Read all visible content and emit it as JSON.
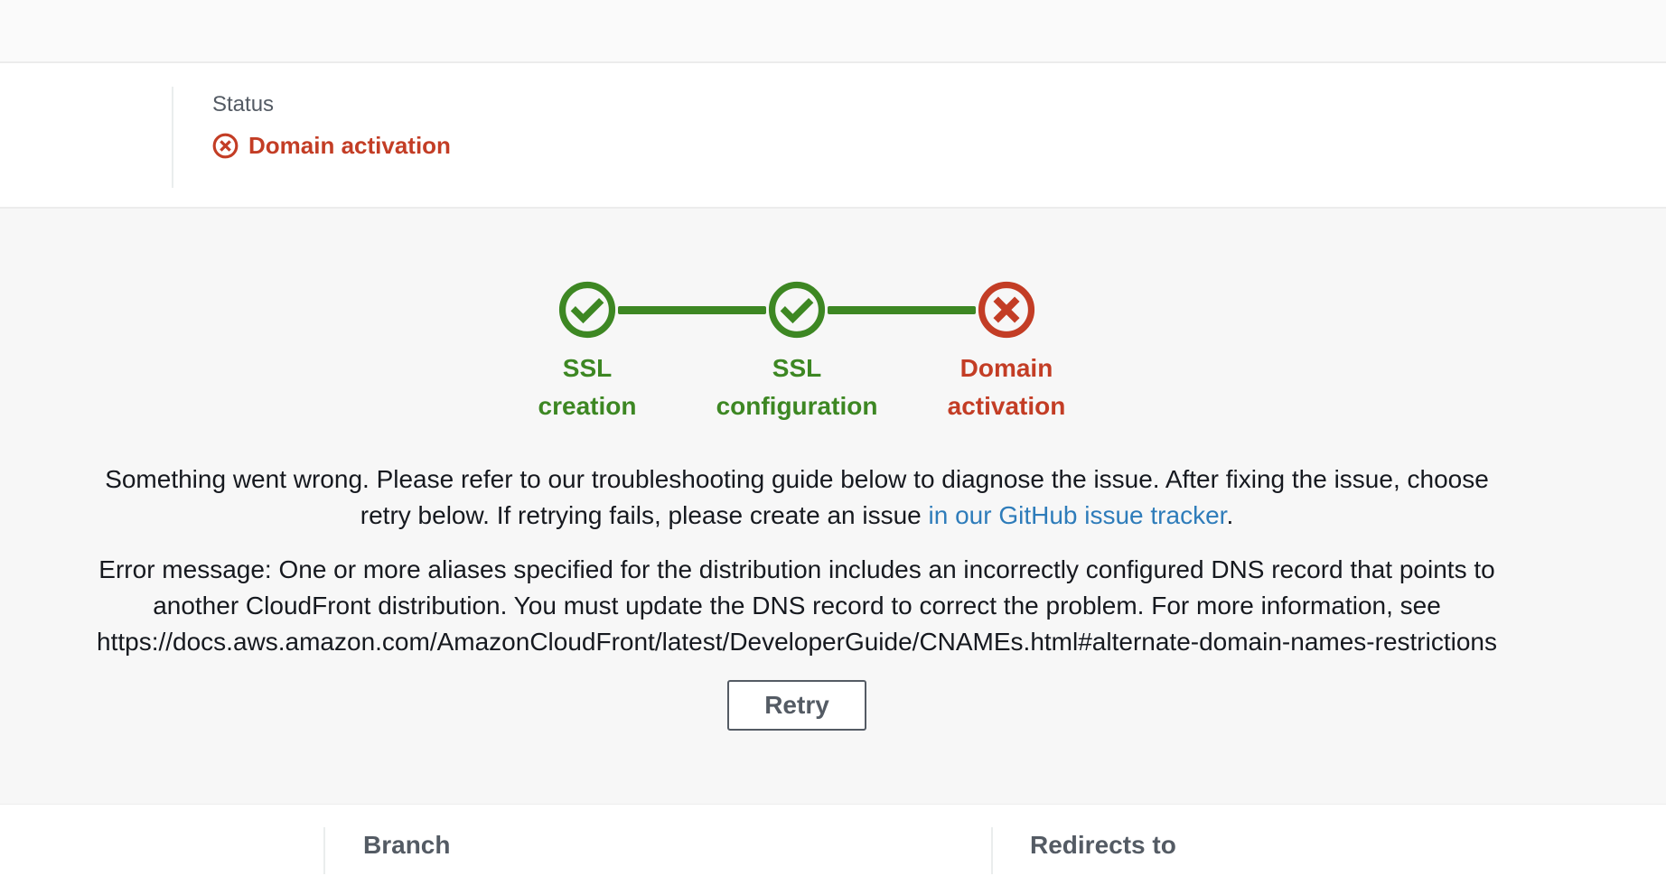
{
  "status_panel": {
    "label": "Status",
    "value": "Domain activation",
    "icon": "error-x-circle"
  },
  "stepper": {
    "steps": [
      {
        "name": "ssl-creation",
        "line1": "SSL",
        "line2": "creation",
        "state": "complete",
        "icon": "check-circle"
      },
      {
        "name": "ssl-configuration",
        "line1": "SSL",
        "line2": "configuration",
        "state": "complete",
        "icon": "check-circle"
      },
      {
        "name": "domain-activation",
        "line1": "Domain",
        "line2": "activation",
        "state": "error",
        "icon": "x-circle"
      }
    ]
  },
  "messages": {
    "intro_text": "Something went wrong. Please refer to our troubleshooting guide below to diagnose the issue. After fixing the issue, choose retry below. If retrying fails, please create an issue ",
    "intro_link": "in our GitHub issue tracker",
    "intro_suffix": ".",
    "error_text": "Error message: One or more aliases specified for the distribution includes an incorrectly configured DNS record that points to another CloudFront distribution. You must update the DNS record to correct the problem. For more information, see https://docs.aws.amazon.com/AmazonCloudFront/latest/DeveloperGuide/CNAMEs.html#alternate-domain-names-restrictions"
  },
  "actions": {
    "retry": "Retry"
  },
  "table": {
    "columns": [
      "Branch",
      "Redirects to"
    ]
  },
  "colors": {
    "success_green": "#3d8723",
    "error_red": "#c33d25",
    "link_blue": "#2e7cba",
    "text_dark": "#16191f",
    "text_gray": "#545b64",
    "card_bg": "#f7f7f7",
    "divider": "#eaeded"
  }
}
